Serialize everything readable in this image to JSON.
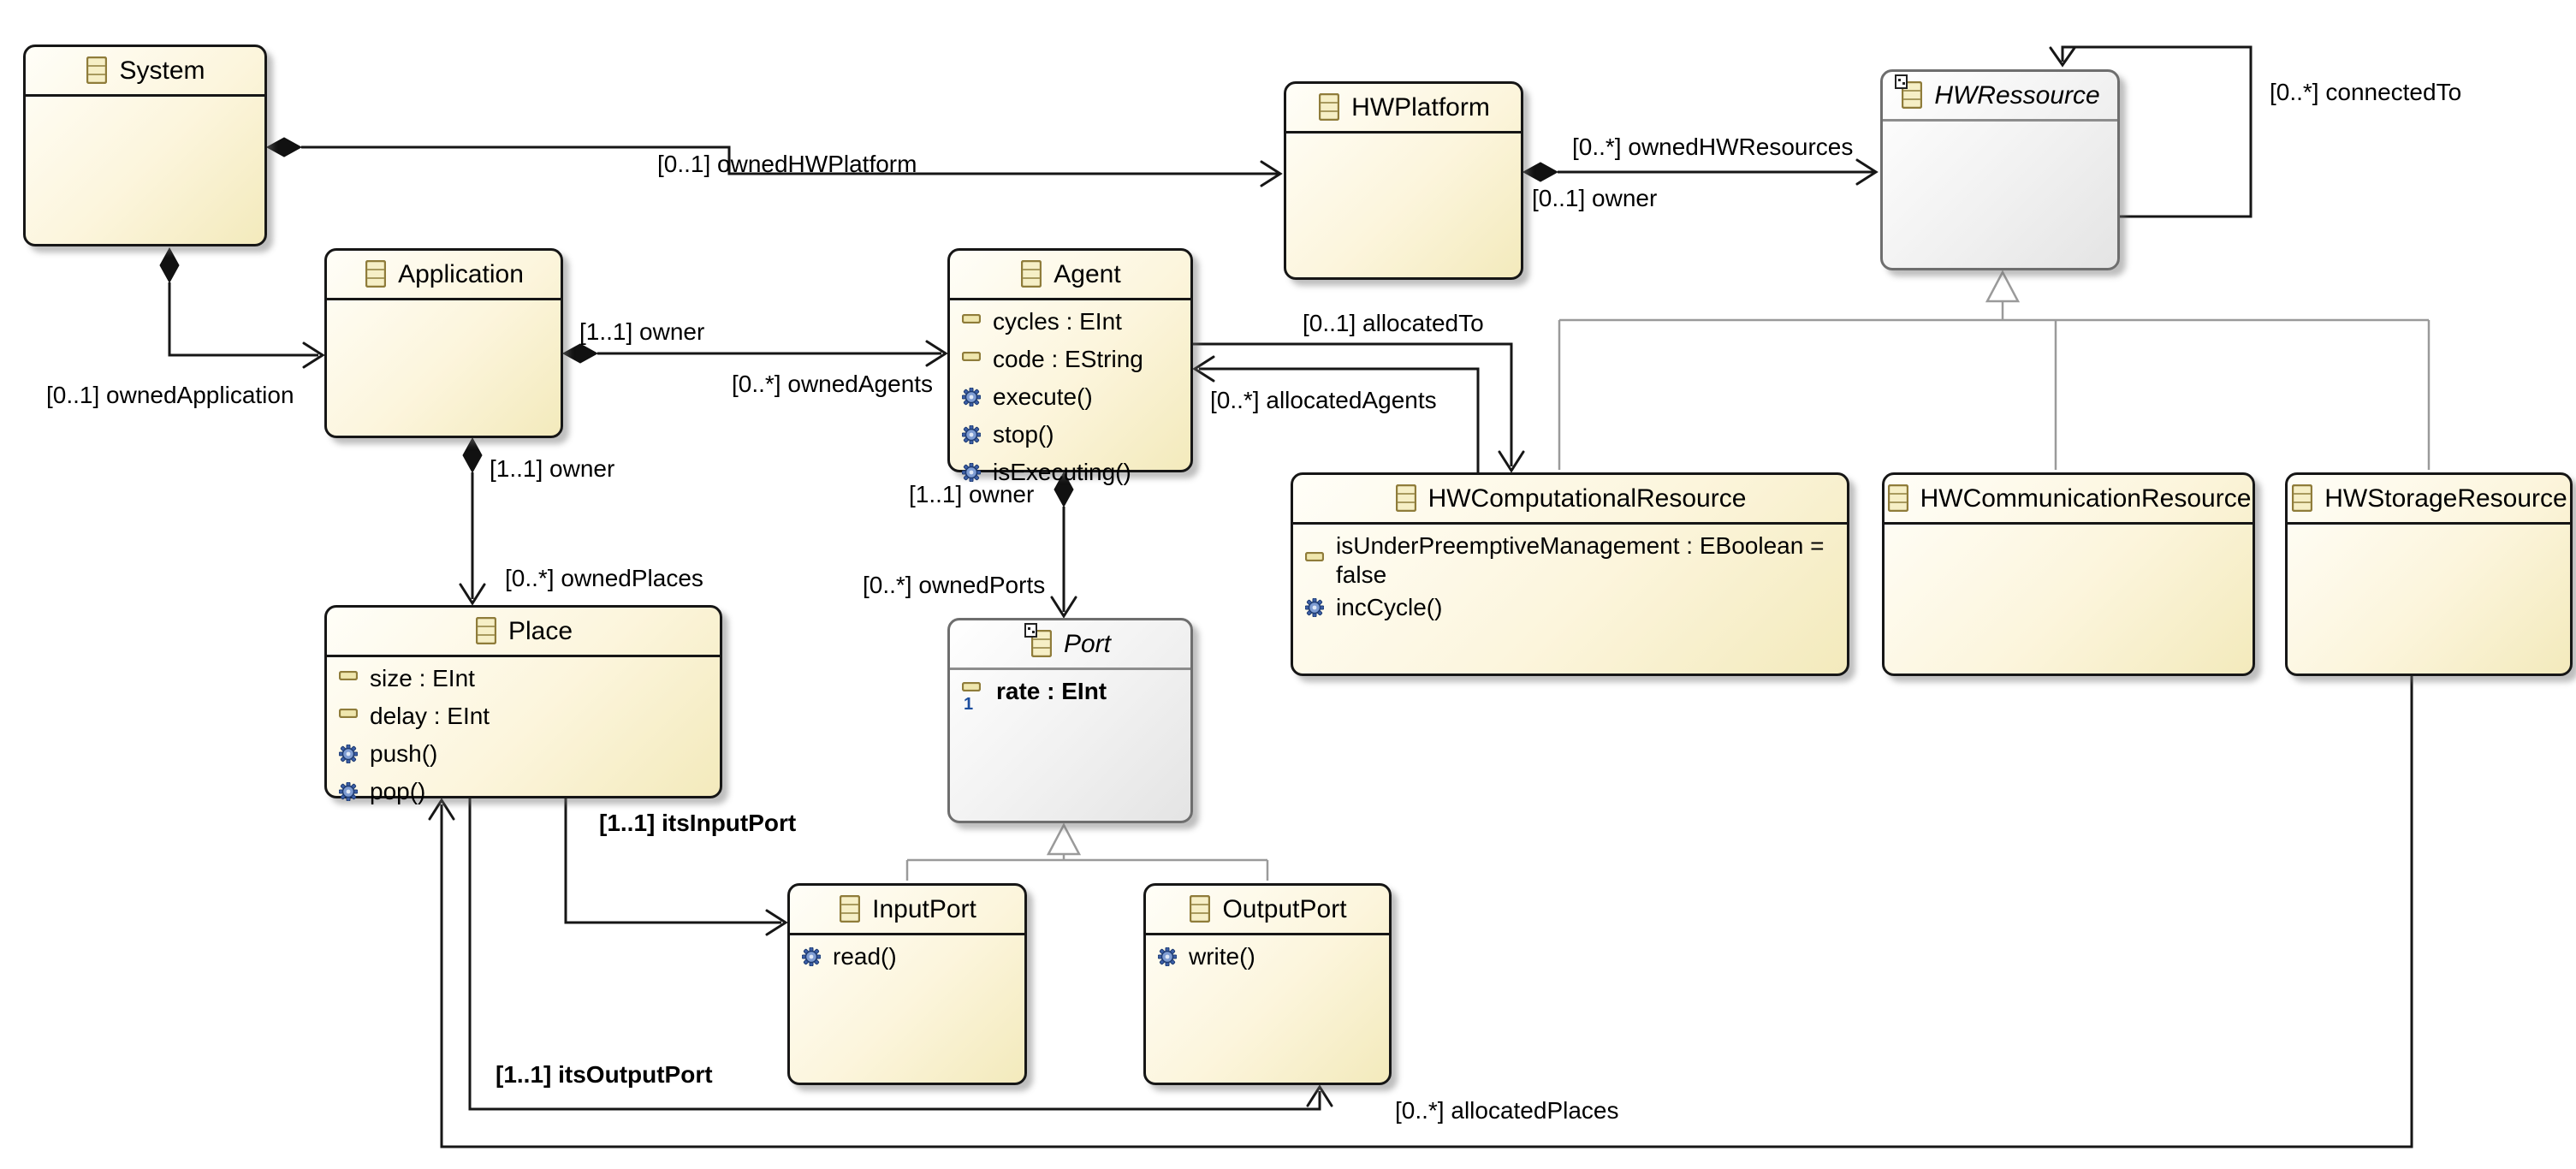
{
  "classes": {
    "system": {
      "title": "System"
    },
    "hwplatform": {
      "title": "HWPlatform"
    },
    "hwressource": {
      "title": "HWRessource"
    },
    "application": {
      "title": "Application"
    },
    "agent": {
      "title": "Agent",
      "attributes": [
        "cycles : EInt",
        "code : EString"
      ],
      "operations": [
        "execute()",
        "stop()",
        "isExecuting()"
      ]
    },
    "hwcomputationalresource": {
      "title": "HWComputationalResource",
      "attributes": [
        "isUnderPreemptiveManagement : EBoolean = false"
      ],
      "operations": [
        "incCycle()"
      ]
    },
    "hwcommunicationresource": {
      "title": "HWCommunicationResource"
    },
    "hwstorageresource": {
      "title": "HWStorageResource"
    },
    "place": {
      "title": "Place",
      "attributes": [
        "size : EInt",
        "delay : EInt"
      ],
      "operations": [
        "push()",
        "pop()"
      ]
    },
    "port": {
      "title": "Port",
      "attributes": [
        "rate : EInt"
      ]
    },
    "inputport": {
      "title": "InputPort",
      "operations": [
        "read()"
      ]
    },
    "outputport": {
      "title": "OutputPort",
      "operations": [
        "write()"
      ]
    }
  },
  "labels": {
    "ownedHWPlatform": "[0..1] ownedHWPlatform",
    "ownedHWResources": "[0..*] ownedHWResources",
    "ownerHWPlatform": "[0..1] owner",
    "connectedTo": "[0..*] connectedTo",
    "ownedApplication": "[0..1] ownedApplication",
    "ownerApplicationAgent": "[1..1] owner",
    "ownedAgents": "[0..*] ownedAgents",
    "ownerApplicationPlace": "[1..1] owner",
    "ownedPlaces": "[0..*] ownedPlaces",
    "ownerAgentPort": "[1..1] owner",
    "ownedPorts": "[0..*] ownedPorts",
    "allocatedTo": "[0..1] allocatedTo",
    "allocatedAgents": "[0..*] allocatedAgents",
    "itsInputPort": "[1..1] itsInputPort",
    "itsOutputPort": "[1..1] itsOutputPort",
    "allocatedPlaces": "[0..*] allocatedPlaces"
  },
  "colors": {
    "class_fill_top": "#fffef8",
    "class_fill_bottom": "#f3eabc",
    "abstract_fill_bottom": "#e4e4e4",
    "edge": "#161616",
    "generalization": "#9a9a9a",
    "operation_icon": "#3c5fa8",
    "attribute_icon": "#efe6ad"
  }
}
